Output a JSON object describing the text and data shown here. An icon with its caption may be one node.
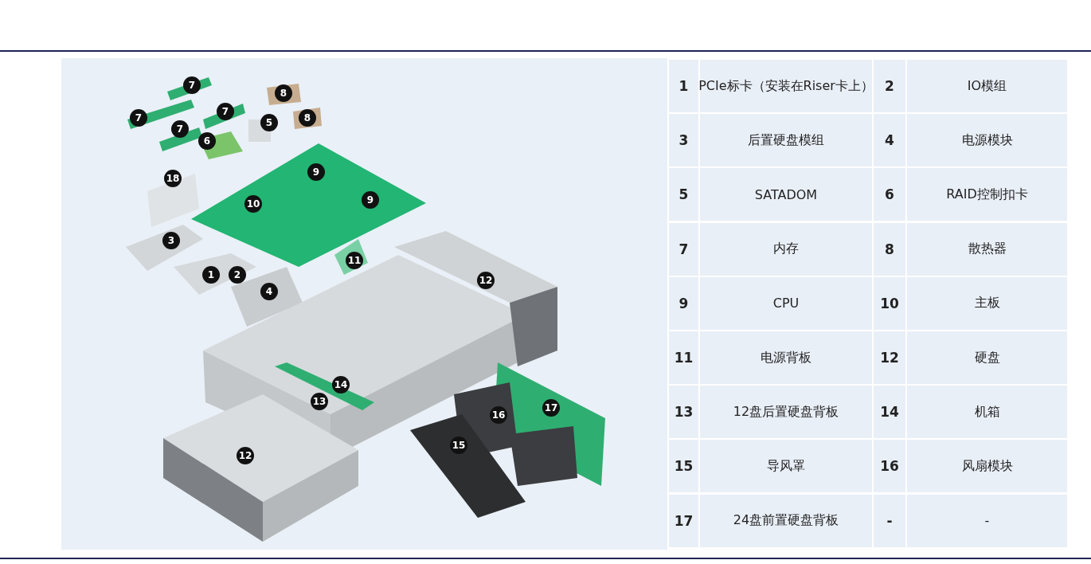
{
  "diagram": {
    "labels": [
      "7",
      "8",
      "7",
      "7",
      "8",
      "5",
      "7",
      "6",
      "9",
      "18",
      "9",
      "10",
      "3",
      "11",
      "1",
      "2",
      "12",
      "4",
      "14",
      "13",
      "17",
      "16",
      "15",
      "12",
      "1",
      "PCIe标卡（安装在Riser卡上）",
      "2",
      "IO模组",
      "3",
      "后置硬盘模组",
      "4",
      "电源模块",
      "5",
      "SATADOM",
      "6",
      "RAID控制扣卡",
      "7",
      "内存",
      "8",
      "散热器",
      "9",
      "CPU",
      "10",
      "主板",
      "11",
      "电源背板",
      "12",
      "硬盘",
      "13",
      "12盘后置硬盘背板",
      "14",
      "机箱",
      "15",
      "导风罩",
      "16",
      "风扇模块",
      "17",
      "24盘前置硬盘背板",
      "-",
      "-"
    ]
  }
}
